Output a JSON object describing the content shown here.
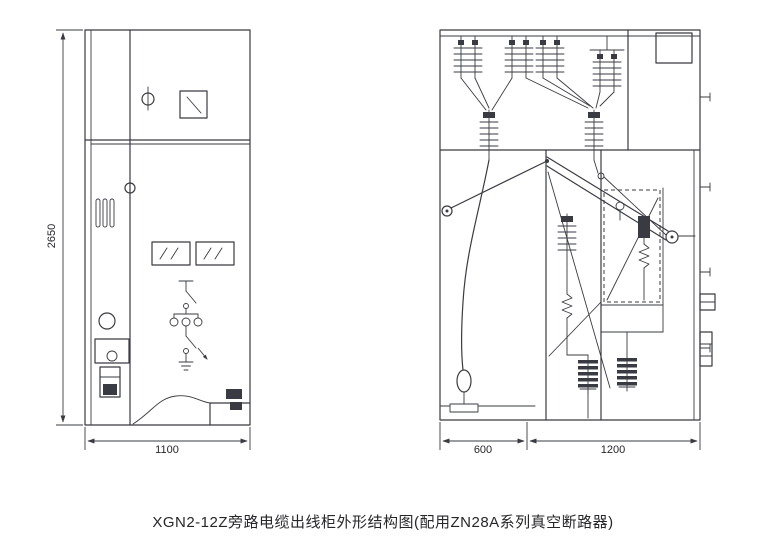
{
  "colors": {
    "line": "#3a3b42",
    "background": "#ffffff",
    "text": "#26262b"
  },
  "caption": "XGN2-12Z旁路电缆出线柜外形结构图(配用ZN28A系列真空断路器)",
  "dimensions": {
    "height": "2650",
    "front_width": "1100",
    "side_depth_front": "600",
    "side_depth_rear": "1200"
  }
}
